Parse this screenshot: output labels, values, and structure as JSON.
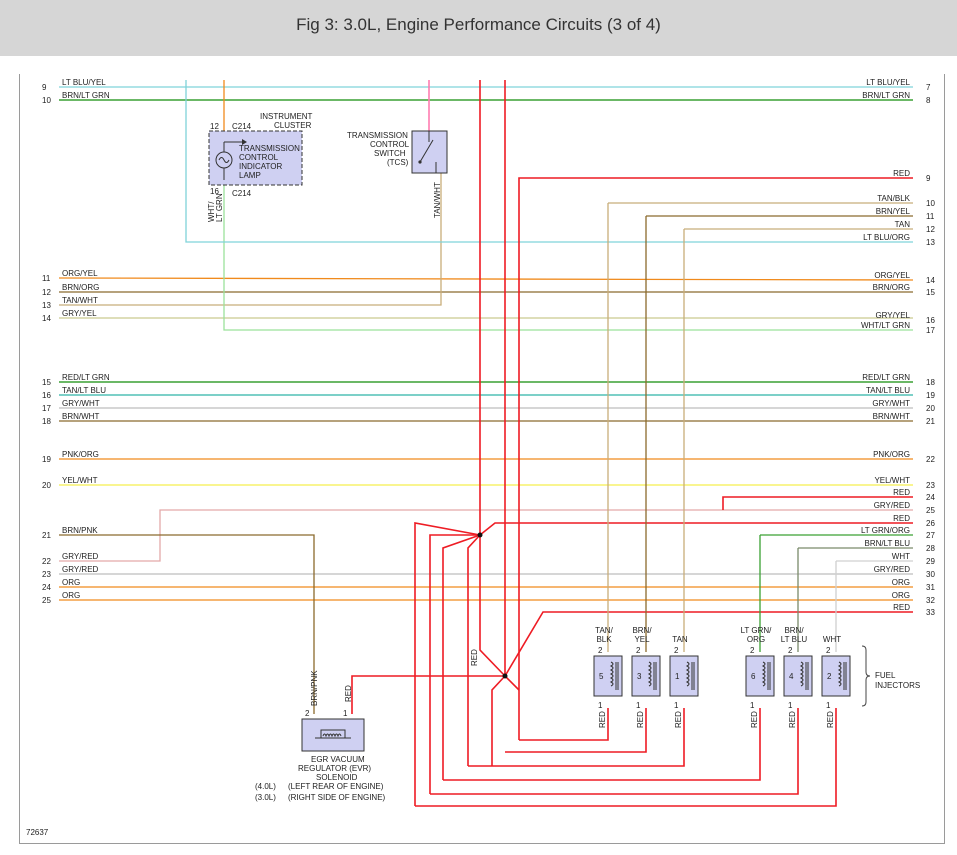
{
  "title": "Fig 3: 3.0L, Engine Performance Circuits (3 of 4)",
  "figure_number": "72637",
  "colors": {
    "lt_blu": "#7fd3d9",
    "brn": "#8b6a2d",
    "grn": "#3aa033",
    "org": "#f08a1c",
    "red": "#ee1c24",
    "tan": "#c8ad7a",
    "gry": "#bdbdbd",
    "pnk": "#ff7bb0",
    "yel": "#f5ef4d",
    "lt_grn": "#9be29b",
    "component_fill": "#cfd0f2"
  },
  "left_wires": [
    {
      "num": "9",
      "label": "LT BLU/YEL"
    },
    {
      "num": "10",
      "label": "BRN/LT GRN"
    },
    {
      "num": "11",
      "label": "ORG/YEL"
    },
    {
      "num": "12",
      "label": "BRN/ORG"
    },
    {
      "num": "13",
      "label": "TAN/WHT"
    },
    {
      "num": "14",
      "label": "GRY/YEL"
    },
    {
      "num": "15",
      "label": "RED/LT GRN"
    },
    {
      "num": "16",
      "label": "TAN/LT BLU"
    },
    {
      "num": "17",
      "label": "GRY/WHT"
    },
    {
      "num": "18",
      "label": "BRN/WHT"
    },
    {
      "num": "19",
      "label": "PNK/ORG"
    },
    {
      "num": "20",
      "label": "YEL/WHT"
    },
    {
      "num": "21",
      "label": "BRN/PNK"
    },
    {
      "num": "22",
      "label": "GRY/RED"
    },
    {
      "num": "23",
      "label": "GRY/RED"
    },
    {
      "num": "24",
      "label": "ORG"
    },
    {
      "num": "25",
      "label": "ORG"
    }
  ],
  "right_wires": [
    {
      "num": "7",
      "label": "LT BLU/YEL"
    },
    {
      "num": "8",
      "label": "BRN/LT GRN"
    },
    {
      "num": "9",
      "label": "RED"
    },
    {
      "num": "10",
      "label": "TAN/BLK"
    },
    {
      "num": "11",
      "label": "BRN/YEL"
    },
    {
      "num": "12",
      "label": "TAN"
    },
    {
      "num": "13",
      "label": "LT BLU/ORG"
    },
    {
      "num": "14",
      "label": "ORG/YEL"
    },
    {
      "num": "15",
      "label": "BRN/ORG"
    },
    {
      "num": "16",
      "label": "GRY/YEL"
    },
    {
      "num": "17",
      "label": "WHT/LT GRN"
    },
    {
      "num": "18",
      "label": "RED/LT GRN"
    },
    {
      "num": "19",
      "label": "TAN/LT BLU"
    },
    {
      "num": "20",
      "label": "GRY/WHT"
    },
    {
      "num": "21",
      "label": "BRN/WHT"
    },
    {
      "num": "22",
      "label": "PNK/ORG"
    },
    {
      "num": "23",
      "label": "YEL/WHT"
    },
    {
      "num": "24",
      "label": "RED"
    },
    {
      "num": "25",
      "label": "GRY/RED"
    },
    {
      "num": "26",
      "label": "RED"
    },
    {
      "num": "27",
      "label": "LT GRN/ORG"
    },
    {
      "num": "28",
      "label": "BRN/LT BLU"
    },
    {
      "num": "29",
      "label": "WHT"
    },
    {
      "num": "30",
      "label": "GRY/RED"
    },
    {
      "num": "31",
      "label": "ORG"
    },
    {
      "num": "32",
      "label": "ORG"
    },
    {
      "num": "33",
      "label": "RED"
    }
  ],
  "instrument_cluster": {
    "name_line1": "INSTRUMENT",
    "name_line2": "CLUSTER",
    "lamp_line1": "TRANSMISSION",
    "lamp_line2": "CONTROL",
    "lamp_line3": "INDICATOR",
    "lamp_line4": "LAMP",
    "pin_top": "12",
    "pin_bottom": "16",
    "connector_top": "C214",
    "connector_bottom": "C214",
    "wire_label_1": "WHT/",
    "wire_label_2": "LT GRN"
  },
  "tcs": {
    "line1": "TRANSMISSION",
    "line2": "CONTROL",
    "line3": "SWITCH",
    "line4": "(TCS)",
    "wire_label": "TAN/WHT"
  },
  "evr": {
    "line1": "EGR VACUUM",
    "line2": "REGULATOR (EVR)",
    "line3": "SOLENOID",
    "line4": "(LEFT REAR OF ENGINE)",
    "line5": "(RIGHT SIDE OF ENGINE)",
    "engine_a": "(4.0L)",
    "engine_b": "(3.0L)",
    "pin_2": "2",
    "pin_1": "1",
    "wire_2": "BRN/PNK",
    "wire_1": "RED"
  },
  "fuel_injectors": {
    "label_line1": "FUEL",
    "label_line2": "INJECTORS",
    "splice_wire": "RED",
    "items": [
      {
        "num": "5",
        "wire_top_1": "TAN/",
        "wire_top_2": "BLK",
        "pin_top": "2",
        "pin_bottom": "1",
        "wire_bottom": "RED"
      },
      {
        "num": "3",
        "wire_top_1": "BRN/",
        "wire_top_2": "YEL",
        "pin_top": "2",
        "pin_bottom": "1",
        "wire_bottom": "RED"
      },
      {
        "num": "1",
        "wire_top_1": "",
        "wire_top_2": "TAN",
        "pin_top": "2",
        "pin_bottom": "1",
        "wire_bottom": "RED"
      },
      {
        "num": "6",
        "wire_top_1": "LT GRN/",
        "wire_top_2": "ORG",
        "pin_top": "2",
        "pin_bottom": "1",
        "wire_bottom": "RED"
      },
      {
        "num": "4",
        "wire_top_1": "BRN/",
        "wire_top_2": "LT BLU",
        "pin_top": "2",
        "pin_bottom": "1",
        "wire_bottom": "RED"
      },
      {
        "num": "2",
        "wire_top_1": "",
        "wire_top_2": "WHT",
        "pin_top": "2",
        "pin_bottom": "1",
        "wire_bottom": "RED"
      }
    ]
  }
}
